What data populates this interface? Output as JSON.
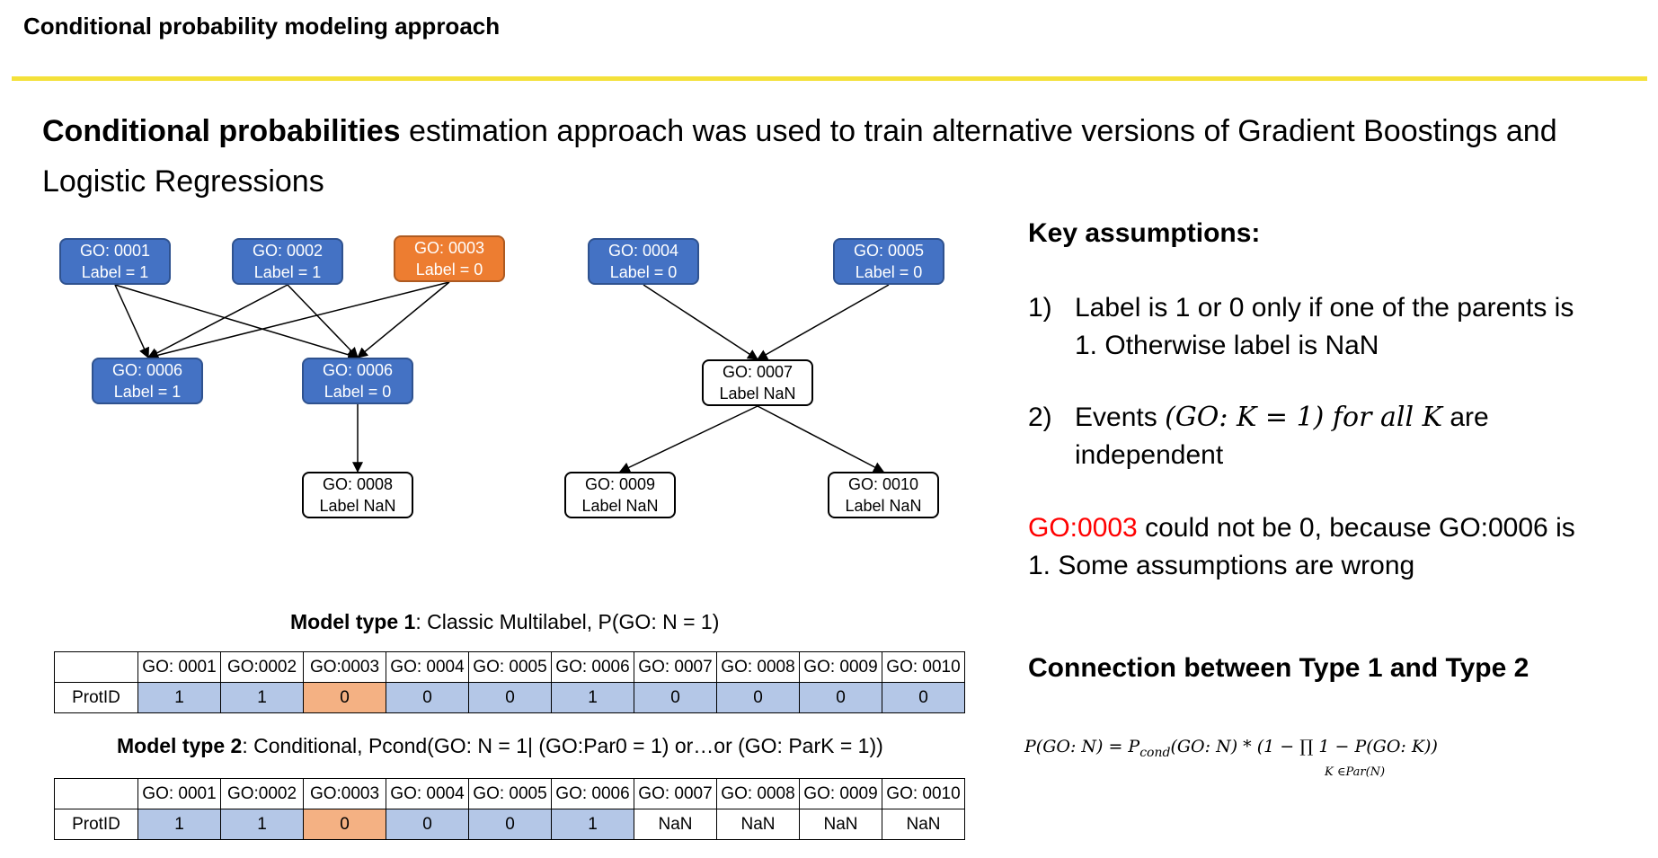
{
  "header": {
    "title": "Conditional probability modeling approach"
  },
  "intro": {
    "bold": "Conditional probabilities",
    "rest": " estimation approach was used to train alternative versions of Gradient Boostings and Logistic Regressions"
  },
  "graph": {
    "nodes": [
      {
        "id": "n1",
        "line1": "GO: 0001",
        "line2": "Label = 1",
        "color": "blue"
      },
      {
        "id": "n2",
        "line1": "GO: 0002",
        "line2": "Label = 1",
        "color": "blue"
      },
      {
        "id": "n3",
        "line1": "GO: 0003",
        "line2": "Label = 0",
        "color": "orange"
      },
      {
        "id": "n4",
        "line1": "GO: 0004",
        "line2": "Label = 0",
        "color": "blue"
      },
      {
        "id": "n5",
        "line1": "GO: 0005",
        "line2": "Label = 0",
        "color": "blue"
      },
      {
        "id": "n6a",
        "line1": "GO: 0006",
        "line2": "Label = 1",
        "color": "blue"
      },
      {
        "id": "n6b",
        "line1": "GO: 0006",
        "line2": "Label = 0",
        "color": "blue"
      },
      {
        "id": "n7",
        "line1": "GO: 0007",
        "line2": "Label NaN",
        "color": "white"
      },
      {
        "id": "n8",
        "line1": "GO: 0008",
        "line2": "Label NaN",
        "color": "white"
      },
      {
        "id": "n9",
        "line1": "GO: 0009",
        "line2": "Label NaN",
        "color": "white"
      },
      {
        "id": "n10",
        "line1": "GO: 0010",
        "line2": "Label NaN",
        "color": "white"
      }
    ],
    "edges": [
      [
        "n1",
        "n6a"
      ],
      [
        "n1",
        "n6b"
      ],
      [
        "n2",
        "n6a"
      ],
      [
        "n2",
        "n6b"
      ],
      [
        "n3",
        "n6a"
      ],
      [
        "n3",
        "n6b"
      ],
      [
        "n6b",
        "n8"
      ],
      [
        "n4",
        "n7"
      ],
      [
        "n5",
        "n7"
      ],
      [
        "n7",
        "n9"
      ],
      [
        "n7",
        "n10"
      ]
    ]
  },
  "assumptions": {
    "title": "Key assumptions:",
    "item1_num": "1)",
    "item1_text": "Label is 1 or 0 only if one of the parents is 1. Otherwise label is NaN",
    "item2_num": "2)",
    "item2_pre": "Events ",
    "item2_math": "(GO: K = 1) for all K",
    "item2_post": " are independent",
    "note_red": "GO:0003",
    "note_rest": " could not be 0, because GO:0006 is 1. Some assumptions are wrong"
  },
  "connection": {
    "title": "Connection between Type 1 and Type 2",
    "formula_lhs": "P(GO: N) = P",
    "formula_sub": "cond",
    "formula_mid": "(GO: N) * (1 − ∏ 1 − P(GO: K))",
    "formula_under": "K ∈Par(N)"
  },
  "model1": {
    "caption_bold": "Model type 1",
    "caption_rest": ": Classic Multilabel, P(GO: N = 1)",
    "headers": [
      "",
      "GO: 0001",
      "GO:0002",
      "GO:0003",
      "GO: 0004",
      "GO: 0005",
      "GO: 0006",
      "GO: 0007",
      "GO: 0008",
      "GO: 0009",
      "GO: 0010"
    ],
    "row_label": "ProtID",
    "values": [
      "1",
      "1",
      "0",
      "0",
      "0",
      "1",
      "0",
      "0",
      "0",
      "0"
    ],
    "colors": [
      "blue",
      "blue",
      "orange",
      "blue",
      "blue",
      "blue",
      "blue",
      "blue",
      "blue",
      "blue"
    ]
  },
  "model2": {
    "caption_bold": "Model type 2",
    "caption_rest": ": Conditional,  Pcond(GO: N = 1| (GO:Par0 = 1) or…or (GO: ParK = 1))",
    "headers": [
      "",
      "GO: 0001",
      "GO:0002",
      "GO:0003",
      "GO: 0004",
      "GO: 0005",
      "GO: 0006",
      "GO: 0007",
      "GO: 0008",
      "GO: 0009",
      "GO: 0010"
    ],
    "row_label": "ProtID",
    "values": [
      "1",
      "1",
      "0",
      "0",
      "0",
      "1",
      "NaN",
      "NaN",
      "NaN",
      "NaN"
    ],
    "colors": [
      "blue",
      "blue",
      "orange",
      "blue",
      "blue",
      "blue",
      "white",
      "white",
      "white",
      "white"
    ]
  }
}
